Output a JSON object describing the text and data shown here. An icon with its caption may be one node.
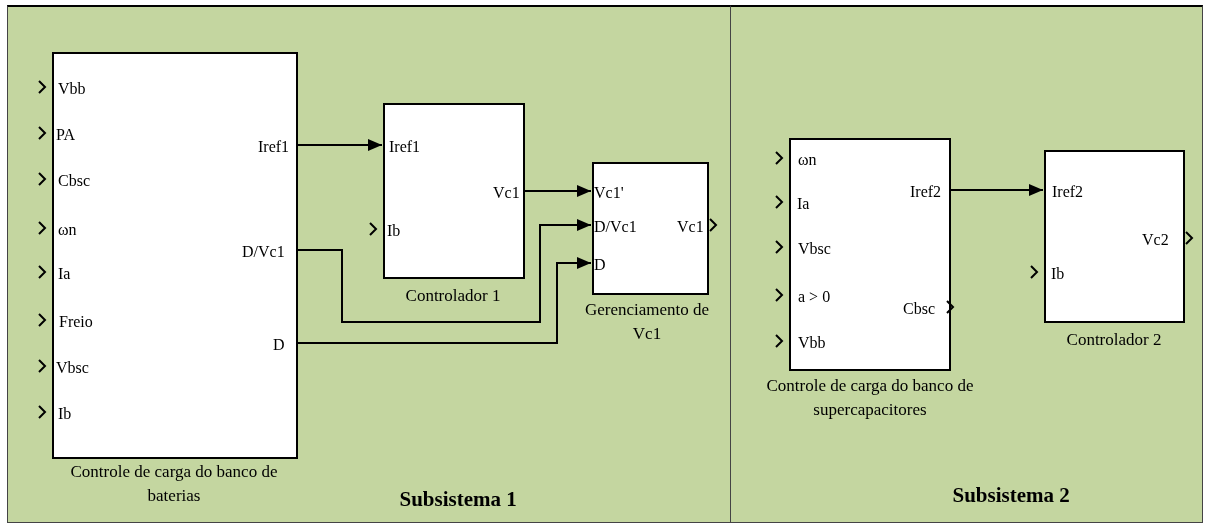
{
  "diagram": {
    "nodes": [
      {
        "text": [
          "Subsistema 1"
        ]
      },
      {
        "text": [
          "Vbb",
          "PA",
          "Cbsc",
          "ωn",
          "Ia",
          "Freio",
          "Vbsc",
          "Ib",
          "Iref1",
          "D/Vc1",
          "D"
        ],
        "beside": [
          "Controle de carga do banco de baterias"
        ],
        "in": 0
      },
      {
        "text": [
          "Iref1",
          "Ib",
          "Vc1"
        ],
        "beside": [
          "Controlador 1"
        ],
        "in": 0
      },
      {
        "text": [
          "Vc1'",
          "D/Vc1",
          "D",
          "Vc1"
        ],
        "beside": [
          "Gerenciamento de Vc1"
        ],
        "in": 0
      },
      {
        "text": [
          "Subsistema 2"
        ]
      },
      {
        "text": [
          "ωn",
          "Ia",
          "Vbsc",
          "a > 0",
          "Vbb",
          "Iref2",
          "Cbsc"
        ],
        "beside": [
          "Controle de carga do banco de supercapacitores"
        ],
        "in": 4
      },
      {
        "text": [
          "Iref2",
          "Ib",
          "Vc2"
        ],
        "beside": [
          "Controlador 2"
        ],
        "in": 4
      }
    ],
    "edges": [
      {
        "from": 1,
        "to": 2,
        "arrow": "to"
      },
      {
        "from": 2,
        "to": 3,
        "arrow": "to"
      },
      {
        "from": 1,
        "to": 3,
        "arrow": "to"
      },
      {
        "from": 1,
        "to": 3,
        "arrow": "to"
      },
      {
        "from": 5,
        "to": 6,
        "arrow": "to"
      }
    ]
  }
}
